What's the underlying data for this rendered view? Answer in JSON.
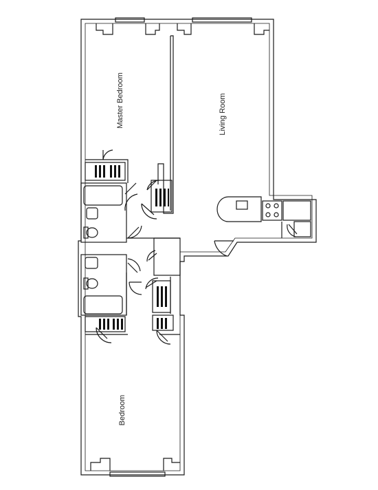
{
  "rooms": {
    "master_bedroom": "Master Bedroom",
    "living_room": "Living Room",
    "bedroom": "Bedroom"
  },
  "colors": {
    "line": "#1a1a1a",
    "fill": "#ffffff",
    "closet_bars": "#111111"
  }
}
